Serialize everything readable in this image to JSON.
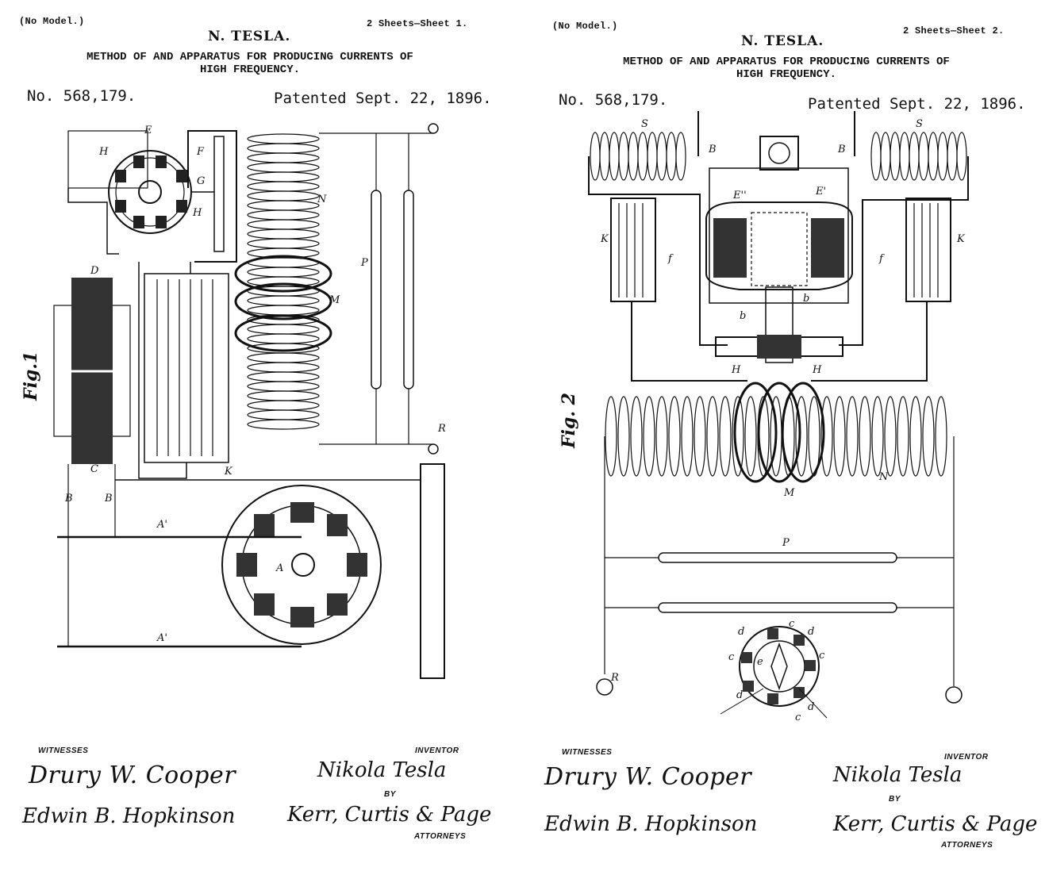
{
  "sheet1": {
    "no_model": "(No Model.)",
    "sheets": "2 Sheets—Sheet 1.",
    "inventor_name": "N. TESLA.",
    "title_line1": "METHOD OF AND APPARATUS FOR PRODUCING CURRENTS OF",
    "title_line2": "HIGH FREQUENCY.",
    "patent_no": "No. 568,179.",
    "patented": "Patented Sept. 22, 1896.",
    "figure_label": "Fig.1",
    "witnesses_label": "WITNESSES",
    "inventor_label": "INVENTOR",
    "by_label": "BY",
    "attorneys_label": "ATTORNEYS",
    "witness1": "Drury W. Cooper",
    "witness2": "Edwin B. Hopkinson",
    "inventor_sig": "Nikola Tesla",
    "attorney_sig": "Kerr, Curtis & Page",
    "part_labels": [
      "E",
      "H",
      "F",
      "G",
      "H",
      "N",
      "D",
      "M",
      "P",
      "C",
      "B",
      "B",
      "K",
      "R",
      "A'",
      "A",
      "A'"
    ]
  },
  "sheet2": {
    "no_model": "(No Model.)",
    "sheets": "2 Sheets—Sheet 2.",
    "inventor_name": "N. TESLA.",
    "title_line1": "METHOD OF AND APPARATUS FOR PRODUCING CURRENTS OF",
    "title_line2": "HIGH FREQUENCY.",
    "patent_no": "No. 568,179.",
    "patented": "Patented Sept. 22, 1896.",
    "figure_label": "Fig. 2",
    "witnesses_label": "WITNESSES",
    "inventor_label": "INVENTOR",
    "by_label": "BY",
    "attorneys_label": "ATTORNEYS",
    "witness1": "Drury W. Cooper",
    "witness2": "Edwin B. Hopkinson",
    "inventor_sig": "Nikola Tesla",
    "attorney_sig": "Kerr, Curtis & Page",
    "part_labels": [
      "S",
      "B",
      "B",
      "S",
      "E''",
      "E'",
      "K",
      "K",
      "f",
      "f",
      "b",
      "b",
      "H",
      "H",
      "M",
      "N",
      "P",
      "R",
      "d",
      "c",
      "e",
      "c",
      "d",
      "c",
      "d",
      "d",
      "c"
    ]
  }
}
